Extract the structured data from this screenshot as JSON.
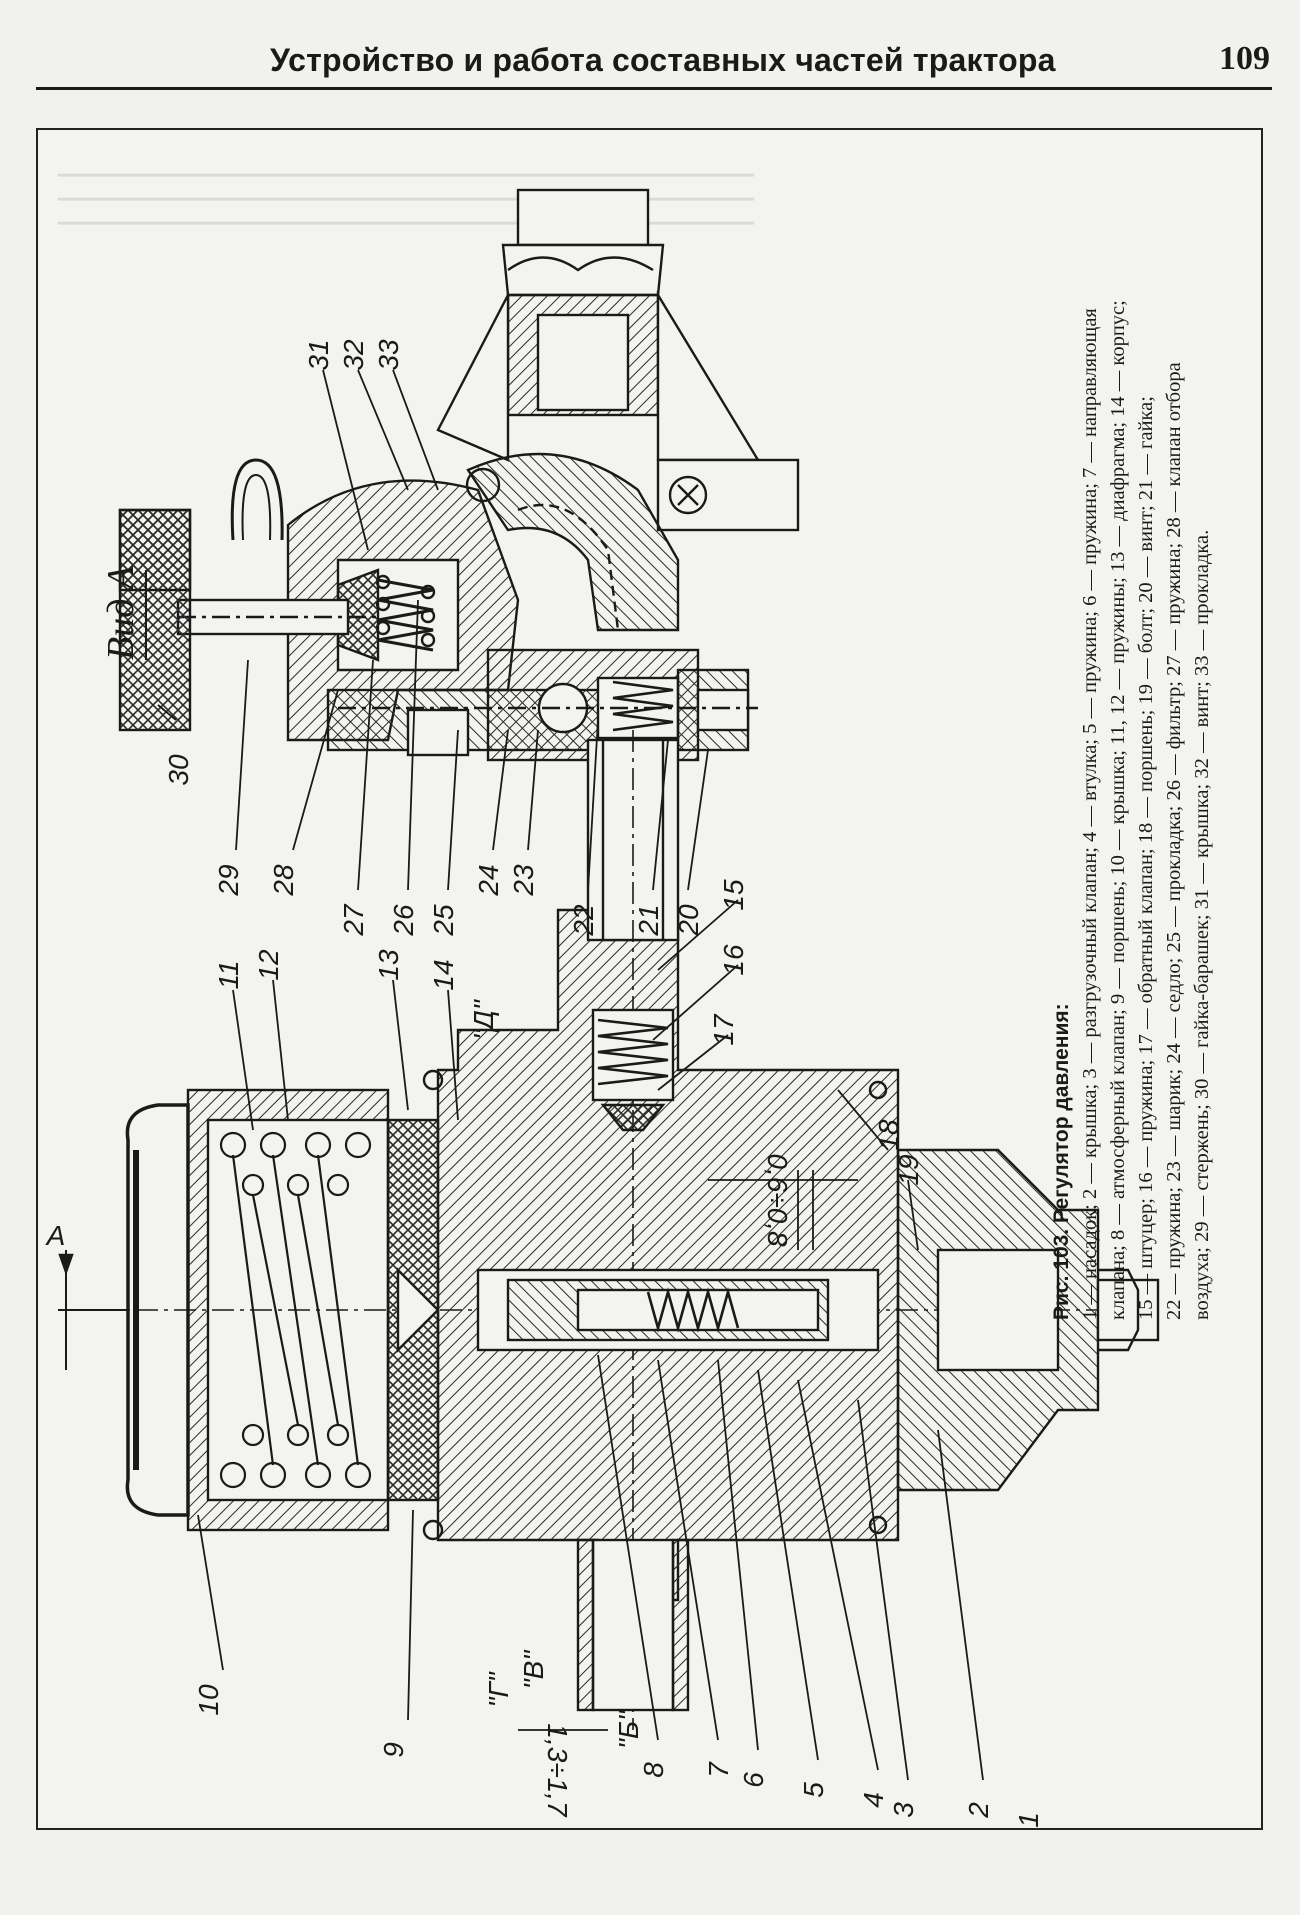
{
  "header": {
    "title": "Устройство и работа составных частей трактора",
    "page_number": "109"
  },
  "figure": {
    "caption_title": "Рис. 103. Регулятор давления:",
    "caption_lines": [
      "1 — насадок; 2 — крышка; 3 — разгрузочный клапан; 4 — втулка; 5 — пружина; 6 — пружина; 7 — направляющая",
      "клапана; 8 — атмосферный клапан; 9 — поршень; 10 — крышка; 11, 12 — пружины; 13 — диафрагма; 14 — корпус;",
      "15 — штуцер; 16 — пружина; 17 — обратный клапан; 18 — поршень; 19 — болт; 20 — винт; 21 — гайка;",
      "22 — пружина; 23 — шарик; 24 — седло; 25 — прокладка; 26 — фильтр; 27 — пружина; 28 — клапан отбора",
      "воздуха; 29 — стержень; 30 — гайка-барашек; 31 — крышка; 32 — винт; 33 — прокладка."
    ],
    "view_label": "Вид А",
    "dimension_labels": [
      "0,6÷0,8",
      "1,3÷1,7"
    ],
    "section_marks": [
      "\"Д\"",
      "\"Г\"",
      "\"В\"",
      "\"Б\""
    ],
    "arrow_marks": [
      "А"
    ],
    "callouts_upper": [
      "31",
      "32",
      "33",
      "30",
      "29",
      "28",
      "27",
      "26",
      "25",
      "24",
      "23",
      "22",
      "21",
      "20"
    ],
    "callouts_lower": [
      "11",
      "12",
      "13",
      "14",
      "15",
      "16",
      "17",
      "18",
      "19",
      "10",
      "9",
      "8",
      "7",
      "6",
      "5",
      "4",
      "3",
      "2",
      "1"
    ]
  }
}
